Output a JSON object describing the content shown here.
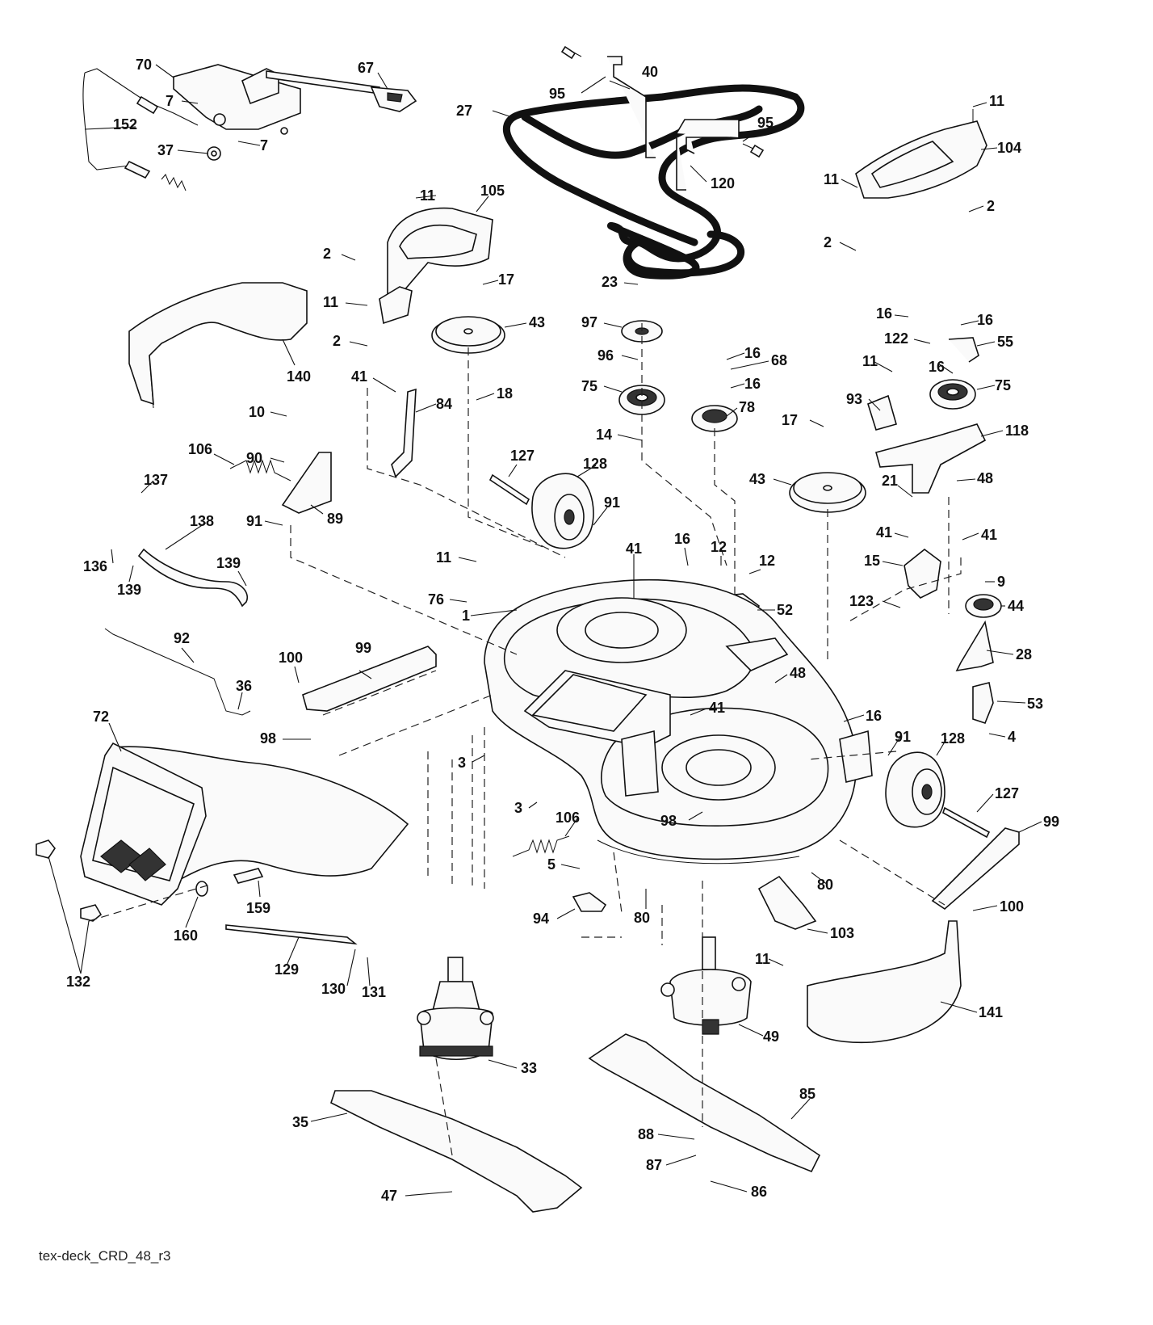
{
  "diagram": {
    "caption": "tex-deck_CRD_48_r3",
    "callouts": [
      {
        "id": "c70",
        "label": "70"
      },
      {
        "id": "c67",
        "label": "67"
      },
      {
        "id": "c7a",
        "label": "7"
      },
      {
        "id": "c7b",
        "label": "7"
      },
      {
        "id": "c152",
        "label": "152"
      },
      {
        "id": "c37",
        "label": "37"
      },
      {
        "id": "c95a",
        "label": "95"
      },
      {
        "id": "c40",
        "label": "40"
      },
      {
        "id": "c27",
        "label": "27"
      },
      {
        "id": "c95b",
        "label": "95"
      },
      {
        "id": "c120",
        "label": "120"
      },
      {
        "id": "c11a",
        "label": "11"
      },
      {
        "id": "c104",
        "label": "104"
      },
      {
        "id": "c11b",
        "label": "11"
      },
      {
        "id": "c2a",
        "label": "2"
      },
      {
        "id": "c2b",
        "label": "2"
      },
      {
        "id": "c11c",
        "label": "11"
      },
      {
        "id": "c105",
        "label": "105"
      },
      {
        "id": "c2c",
        "label": "2"
      },
      {
        "id": "c17a",
        "label": "17"
      },
      {
        "id": "c11d",
        "label": "11"
      },
      {
        "id": "c43a",
        "label": "43"
      },
      {
        "id": "c2d",
        "label": "2"
      },
      {
        "id": "c140",
        "label": "140"
      },
      {
        "id": "c23",
        "label": "23"
      },
      {
        "id": "c97",
        "label": "97"
      },
      {
        "id": "c96",
        "label": "96"
      },
      {
        "id": "c75a",
        "label": "75"
      },
      {
        "id": "c16a",
        "label": "16"
      },
      {
        "id": "c68",
        "label": "68"
      },
      {
        "id": "c16b",
        "label": "16"
      },
      {
        "id": "c78",
        "label": "78"
      },
      {
        "id": "c16c",
        "label": "16"
      },
      {
        "id": "c16d",
        "label": "16"
      },
      {
        "id": "c122",
        "label": "122"
      },
      {
        "id": "c55",
        "label": "55"
      },
      {
        "id": "c11e",
        "label": "11"
      },
      {
        "id": "c16e",
        "label": "16"
      },
      {
        "id": "c75b",
        "label": "75"
      },
      {
        "id": "c93",
        "label": "93"
      },
      {
        "id": "c118",
        "label": "118"
      },
      {
        "id": "c41a",
        "label": "41"
      },
      {
        "id": "c18",
        "label": "18"
      },
      {
        "id": "c84",
        "label": "84"
      },
      {
        "id": "c10",
        "label": "10"
      },
      {
        "id": "c14",
        "label": "14"
      },
      {
        "id": "c17b",
        "label": "17"
      },
      {
        "id": "c106a",
        "label": "106"
      },
      {
        "id": "c90",
        "label": "90"
      },
      {
        "id": "c127a",
        "label": "127"
      },
      {
        "id": "c128a",
        "label": "128"
      },
      {
        "id": "c43b",
        "label": "43"
      },
      {
        "id": "c21",
        "label": "21"
      },
      {
        "id": "c48a",
        "label": "48"
      },
      {
        "id": "c137",
        "label": "137"
      },
      {
        "id": "c138",
        "label": "138"
      },
      {
        "id": "c91a",
        "label": "91"
      },
      {
        "id": "c89",
        "label": "89"
      },
      {
        "id": "c91b",
        "label": "91"
      },
      {
        "id": "c136",
        "label": "136"
      },
      {
        "id": "c139a",
        "label": "139"
      },
      {
        "id": "c139b",
        "label": "139"
      },
      {
        "id": "c41b",
        "label": "41"
      },
      {
        "id": "c16f",
        "label": "16"
      },
      {
        "id": "c12a",
        "label": "12"
      },
      {
        "id": "c12b",
        "label": "12"
      },
      {
        "id": "c41c",
        "label": "41"
      },
      {
        "id": "c41d",
        "label": "41"
      },
      {
        "id": "c15",
        "label": "15"
      },
      {
        "id": "c11f",
        "label": "11"
      },
      {
        "id": "c76",
        "label": "76"
      },
      {
        "id": "c9",
        "label": "9"
      },
      {
        "id": "c52",
        "label": "52"
      },
      {
        "id": "c123",
        "label": "123"
      },
      {
        "id": "c44",
        "label": "44"
      },
      {
        "id": "c1",
        "label": "1"
      },
      {
        "id": "c92",
        "label": "92"
      },
      {
        "id": "c28",
        "label": "28"
      },
      {
        "id": "c100a",
        "label": "100"
      },
      {
        "id": "c99a",
        "label": "99"
      },
      {
        "id": "c48b",
        "label": "48"
      },
      {
        "id": "c36",
        "label": "36"
      },
      {
        "id": "c53",
        "label": "53"
      },
      {
        "id": "c72",
        "label": "72"
      },
      {
        "id": "c41e",
        "label": "41"
      },
      {
        "id": "c16g",
        "label": "16"
      },
      {
        "id": "c98a",
        "label": "98"
      },
      {
        "id": "c91c",
        "label": "91"
      },
      {
        "id": "c128b",
        "label": "128"
      },
      {
        "id": "c4",
        "label": "4"
      },
      {
        "id": "c3a",
        "label": "3"
      },
      {
        "id": "c127b",
        "label": "127"
      },
      {
        "id": "c3b",
        "label": "3"
      },
      {
        "id": "c98b",
        "label": "98"
      },
      {
        "id": "c99b",
        "label": "99"
      },
      {
        "id": "c106b",
        "label": "106"
      },
      {
        "id": "c5",
        "label": "5"
      },
      {
        "id": "c80a",
        "label": "80"
      },
      {
        "id": "c100b",
        "label": "100"
      },
      {
        "id": "c159",
        "label": "159"
      },
      {
        "id": "c94",
        "label": "94"
      },
      {
        "id": "c80b",
        "label": "80"
      },
      {
        "id": "c103",
        "label": "103"
      },
      {
        "id": "c160",
        "label": "160"
      },
      {
        "id": "c11g",
        "label": "11"
      },
      {
        "id": "c132",
        "label": "132"
      },
      {
        "id": "c129",
        "label": "129"
      },
      {
        "id": "c130",
        "label": "130"
      },
      {
        "id": "c131",
        "label": "131"
      },
      {
        "id": "c141",
        "label": "141"
      },
      {
        "id": "c49",
        "label": "49"
      },
      {
        "id": "c33",
        "label": "33"
      },
      {
        "id": "c85",
        "label": "85"
      },
      {
        "id": "c35",
        "label": "35"
      },
      {
        "id": "c88",
        "label": "88"
      },
      {
        "id": "c87",
        "label": "87"
      },
      {
        "id": "c47",
        "label": "47"
      },
      {
        "id": "c86",
        "label": "86"
      }
    ]
  }
}
